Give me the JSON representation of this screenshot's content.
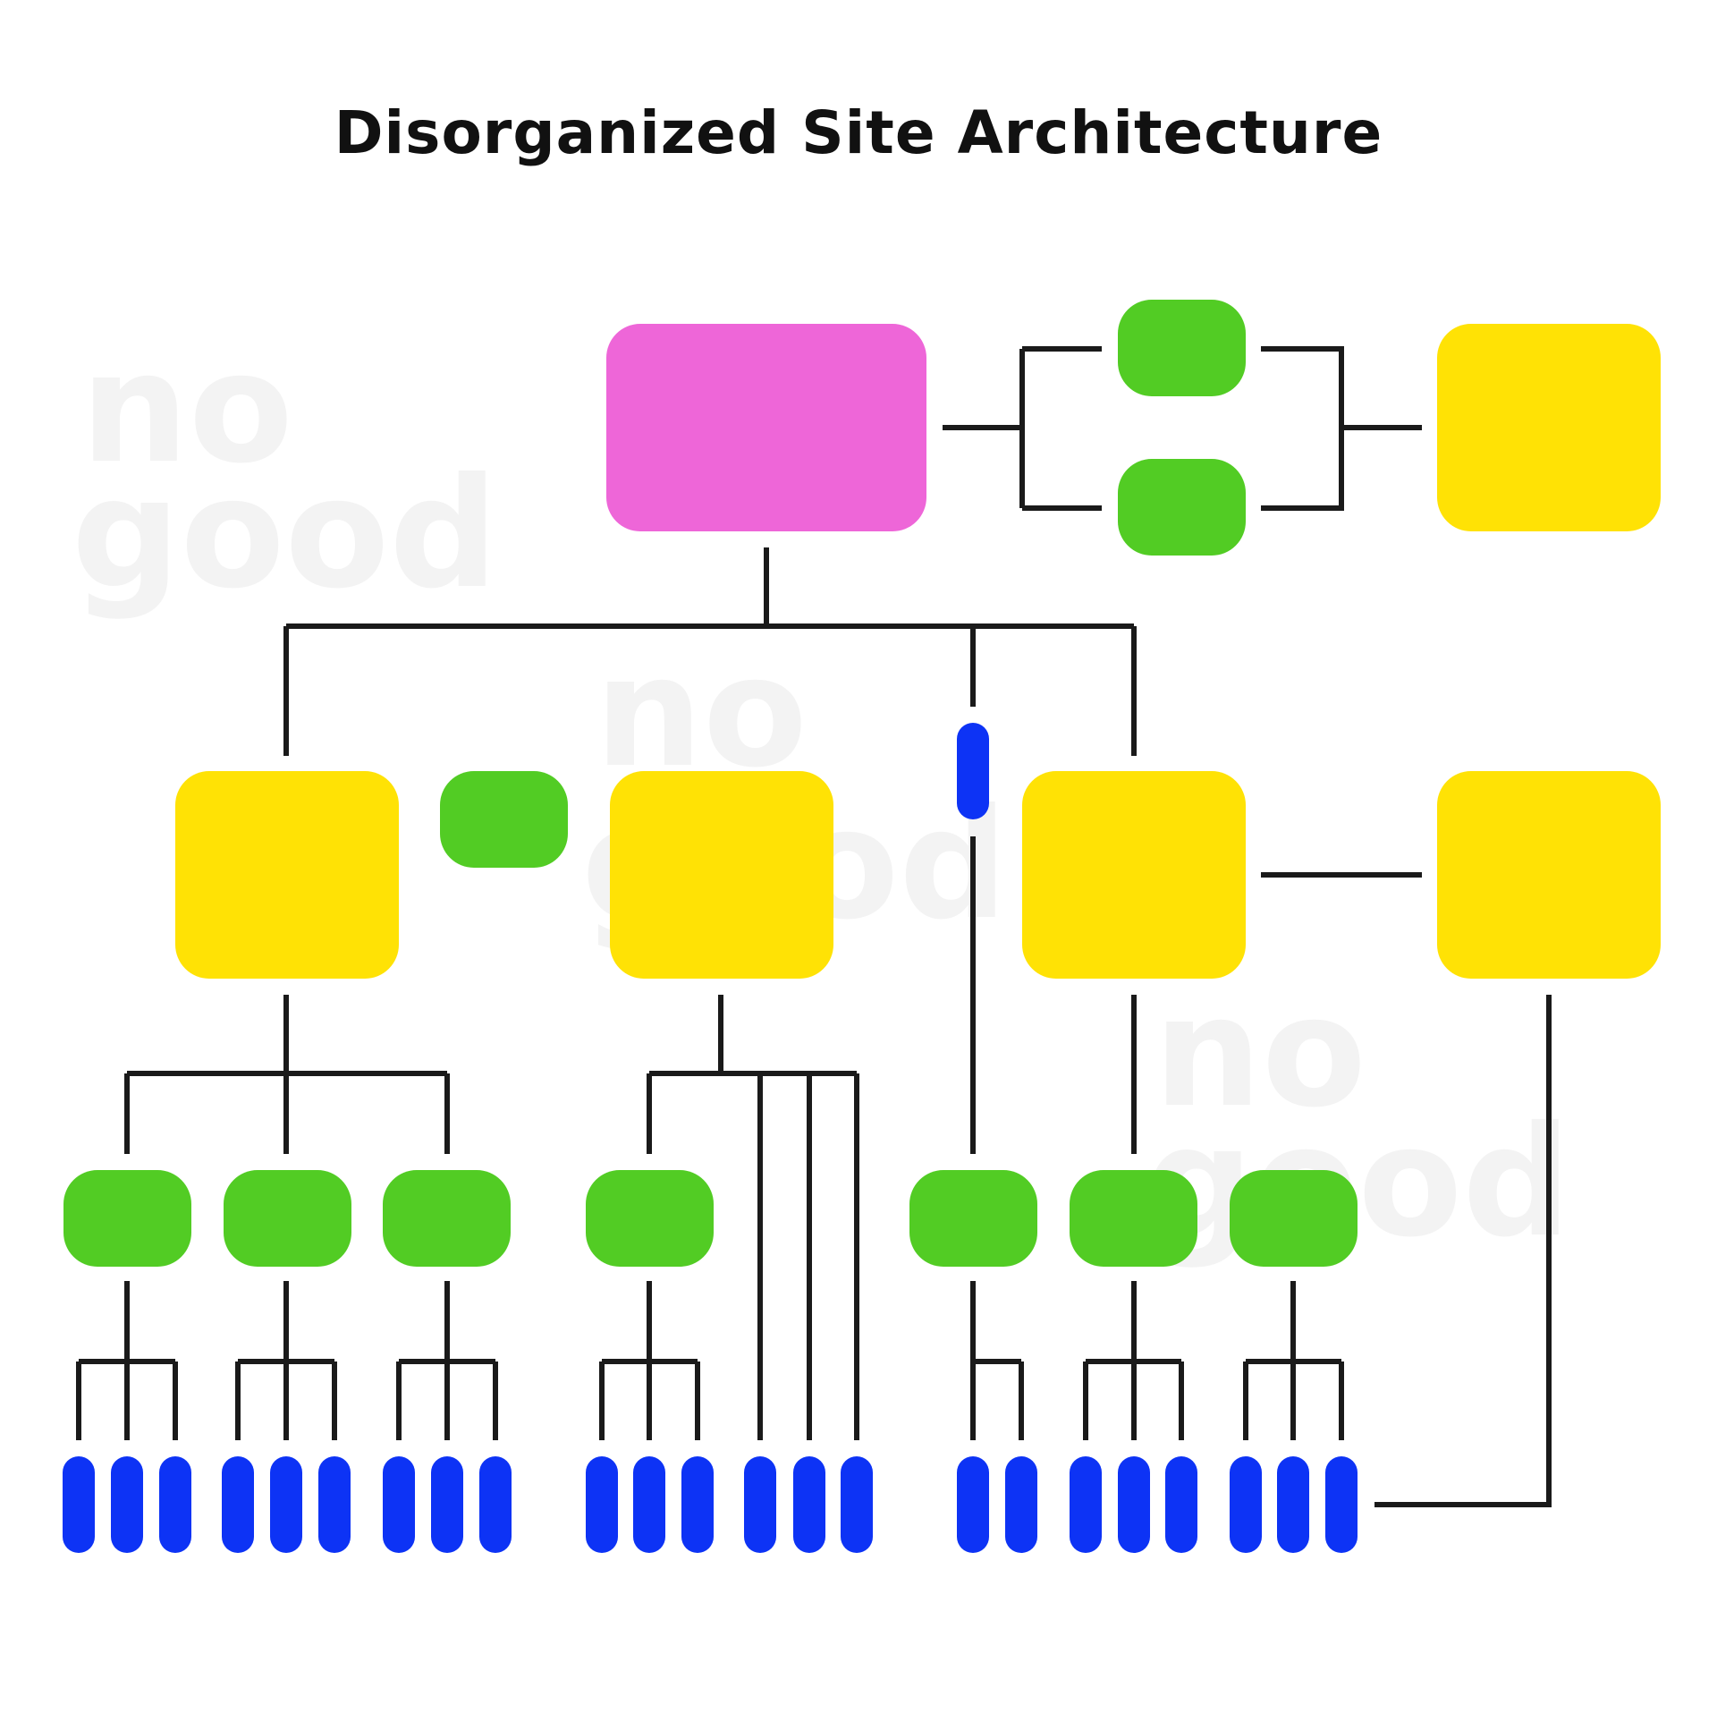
{
  "title": "Disorganized Site Architecture",
  "watermark": {
    "line1": "no",
    "line2": "good"
  },
  "colors": {
    "background": "#ffffff",
    "homepage": "#ee66d8",
    "category": "#ffe205",
    "subcategory": "#52cc24",
    "page": "#0d33f5",
    "connector": "#1a1a1a",
    "title": "#111111",
    "watermark": "#f3f3f3"
  }
}
